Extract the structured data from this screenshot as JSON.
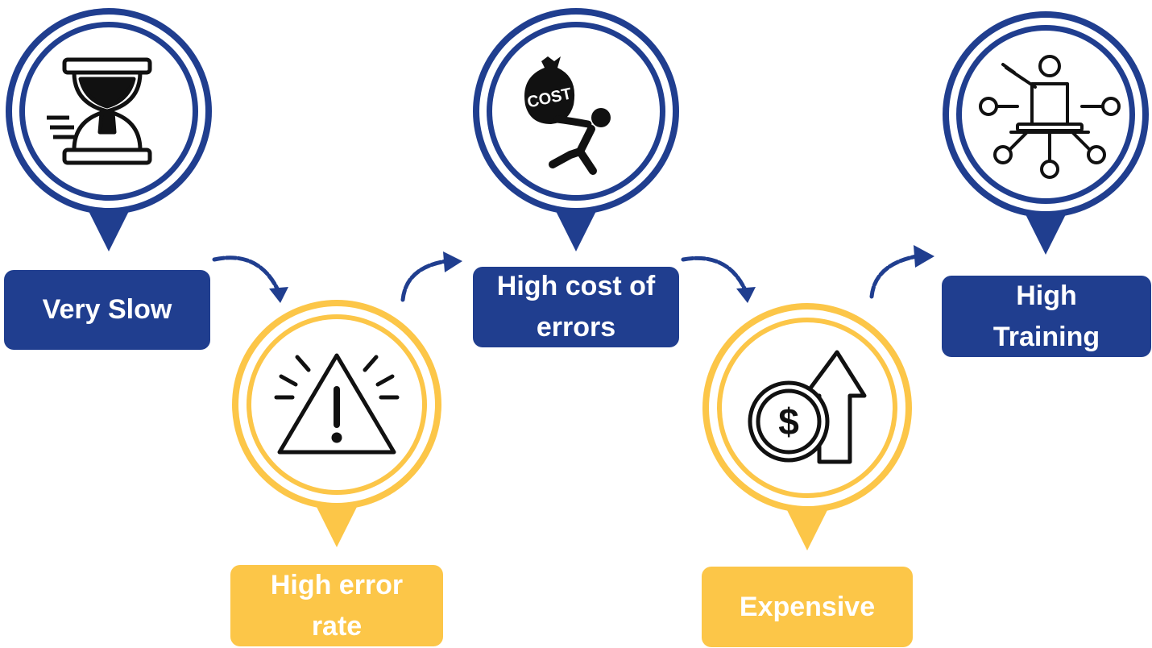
{
  "colors": {
    "blue": "#203e8f",
    "yellow": "#fcc648",
    "icon": "#111111"
  },
  "steps": [
    {
      "label_lines": [
        "Very Slow"
      ],
      "icon": "hourglass-icon",
      "color": "blue"
    },
    {
      "label_lines": [
        "High error",
        "rate"
      ],
      "icon": "warning-icon",
      "color": "yellow"
    },
    {
      "label_lines": [
        "High cost of",
        "errors"
      ],
      "icon": "cost-bag-icon",
      "color": "blue"
    },
    {
      "label_lines": [
        "Expensive"
      ],
      "icon": "rising-dollar-icon",
      "color": "yellow"
    },
    {
      "label_lines": [
        "High",
        "Training"
      ],
      "icon": "training-network-icon",
      "color": "blue"
    }
  ]
}
